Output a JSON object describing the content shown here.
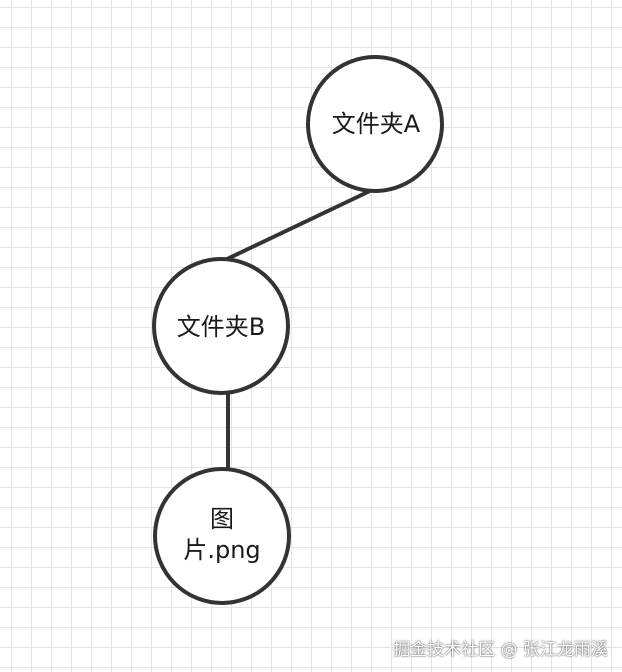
{
  "nodes": {
    "folder_a": {
      "label": "文件夹A"
    },
    "folder_b": {
      "label": "文件夹B"
    },
    "image_file": {
      "label_line1": "图",
      "label_line2": "片.png"
    }
  },
  "watermark": "掘金技术社区 @ 张江龙雨溪",
  "colors": {
    "background": "#ffffff",
    "grid": "#e3e3e3",
    "stroke": "#333333",
    "text": "#1a1a1a"
  }
}
